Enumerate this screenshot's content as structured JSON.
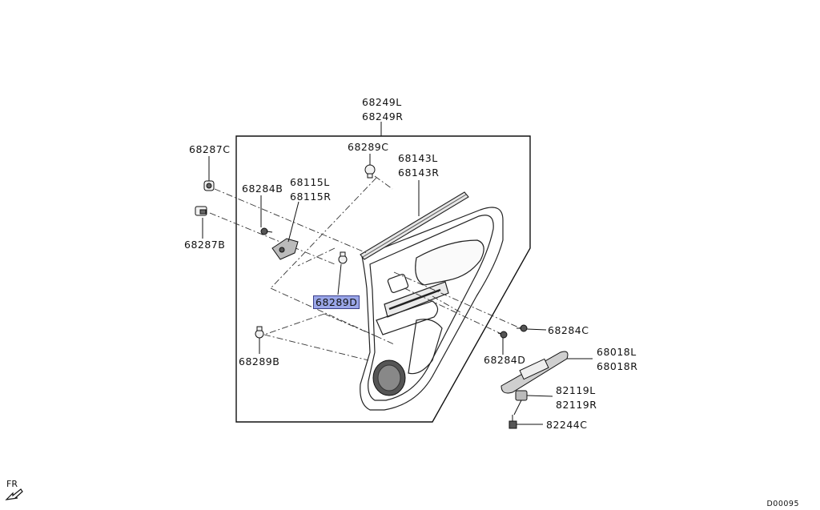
{
  "labels": {
    "p68249": [
      "68249L",
      "68249R"
    ],
    "p68287c": "68287C",
    "p68289c": "68289C",
    "p68143": [
      "68143L",
      "68143R"
    ],
    "p68284b": "68284B",
    "p68115": [
      "68115L",
      "68115R"
    ],
    "p68287b": "68287B",
    "p68289d": "68289D",
    "p68289b": "68289B",
    "p68284c": "68284C",
    "p68284d": "68284D",
    "p68018": [
      "68018L",
      "68018R"
    ],
    "p82119": [
      "82119L",
      "82119R"
    ],
    "p82244c": "82244C"
  },
  "front_marker": "FR",
  "diagram_code": "D00095",
  "highlight_color": "#9aa6e8"
}
